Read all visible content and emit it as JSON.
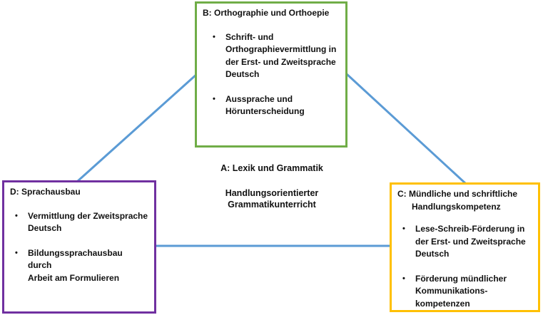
{
  "figure": {
    "center": {
      "title": "A: Lexik und Grammatik",
      "subtitle": "Handlungsorientierter\nGrammatikunterricht"
    },
    "box_b": {
      "title": "B: Orthographie und Orthoepie",
      "bullets": [
        "Schrift- und\nOrthographievermittlung in\nder Erst- und Zweitsprache\nDeutsch",
        "Aussprache und\nHörunterscheidung"
      ]
    },
    "box_d": {
      "title": "D: Sprachausbau",
      "bullets": [
        "Vermittlung der Zweitsprache\nDeutsch",
        "Bildungssprachausbau durch\nArbeit am Formulieren"
      ]
    },
    "box_c": {
      "title": "C: Mündliche und schriftliche\nHandlungskompetenz",
      "bullets": [
        "Lese-Schreib-Förderung in\nder Erst- und Zweitsprache\nDeutsch",
        "Förderung mündlicher\nKommunikations-\nkompetenzen"
      ]
    },
    "bullet_glyph": "•",
    "colors": {
      "connector_blue": "#5B9BD5",
      "box_b_border": "#70AD47",
      "box_d_border": "#7030A0",
      "box_c_border": "#FFC000",
      "text": "#111111"
    }
  }
}
